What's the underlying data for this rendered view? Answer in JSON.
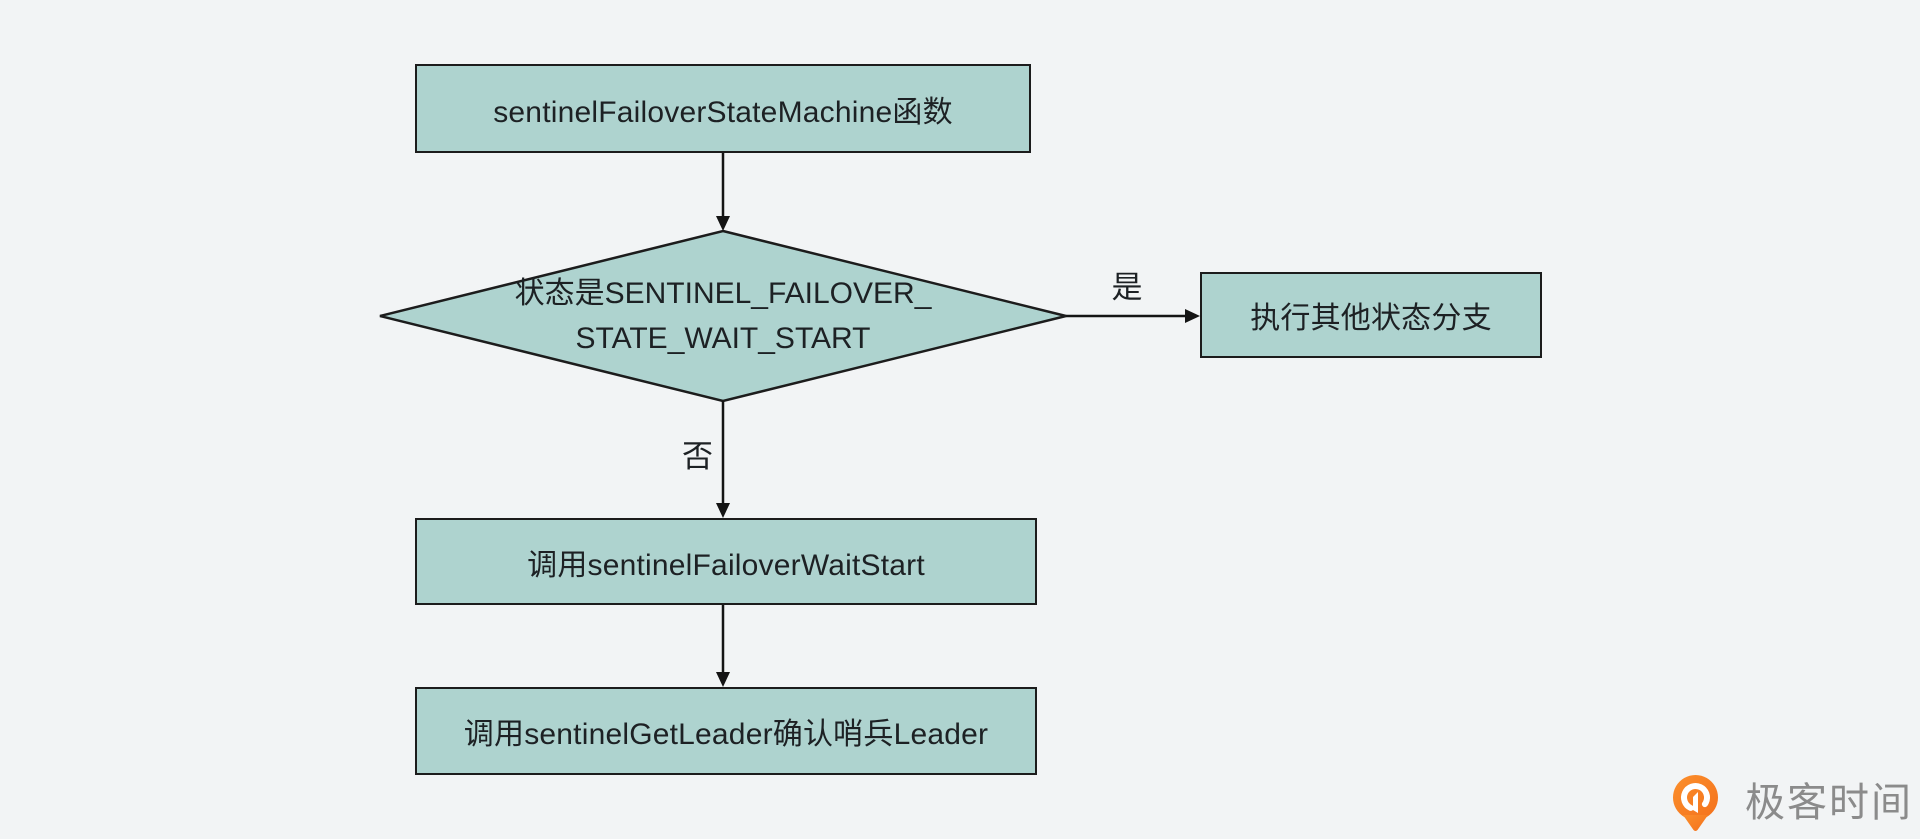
{
  "colors": {
    "background": "#f2f4f5",
    "node_fill": "#aed3cf",
    "node_border": "#1c1c1c",
    "node_text": "#1d2124",
    "edge": "#141414",
    "brand_orange": "#f4711c",
    "brand_orange_light": "#fb8f2c",
    "brand_text_gray": "#8b8b8b"
  },
  "flowchart": {
    "nodes": {
      "start": {
        "type": "process",
        "label": "sentinelFailoverStateMachine函数"
      },
      "decision": {
        "type": "decision",
        "label_line1": "状态是SENTINEL_FAILOVER_",
        "label_line2": "STATE_WAIT_START"
      },
      "other_branch": {
        "type": "process",
        "label": "执行其他状态分支"
      },
      "wait_start": {
        "type": "process",
        "label": "调用sentinelFailoverWaitStart"
      },
      "get_leader": {
        "type": "process",
        "label": "调用sentinelGetLeader确认哨兵Leader"
      }
    },
    "edges": {
      "yes_label": "是",
      "no_label": "否"
    }
  },
  "watermark": {
    "brand": "极客时间",
    "icon": "geektime-pin-icon"
  }
}
